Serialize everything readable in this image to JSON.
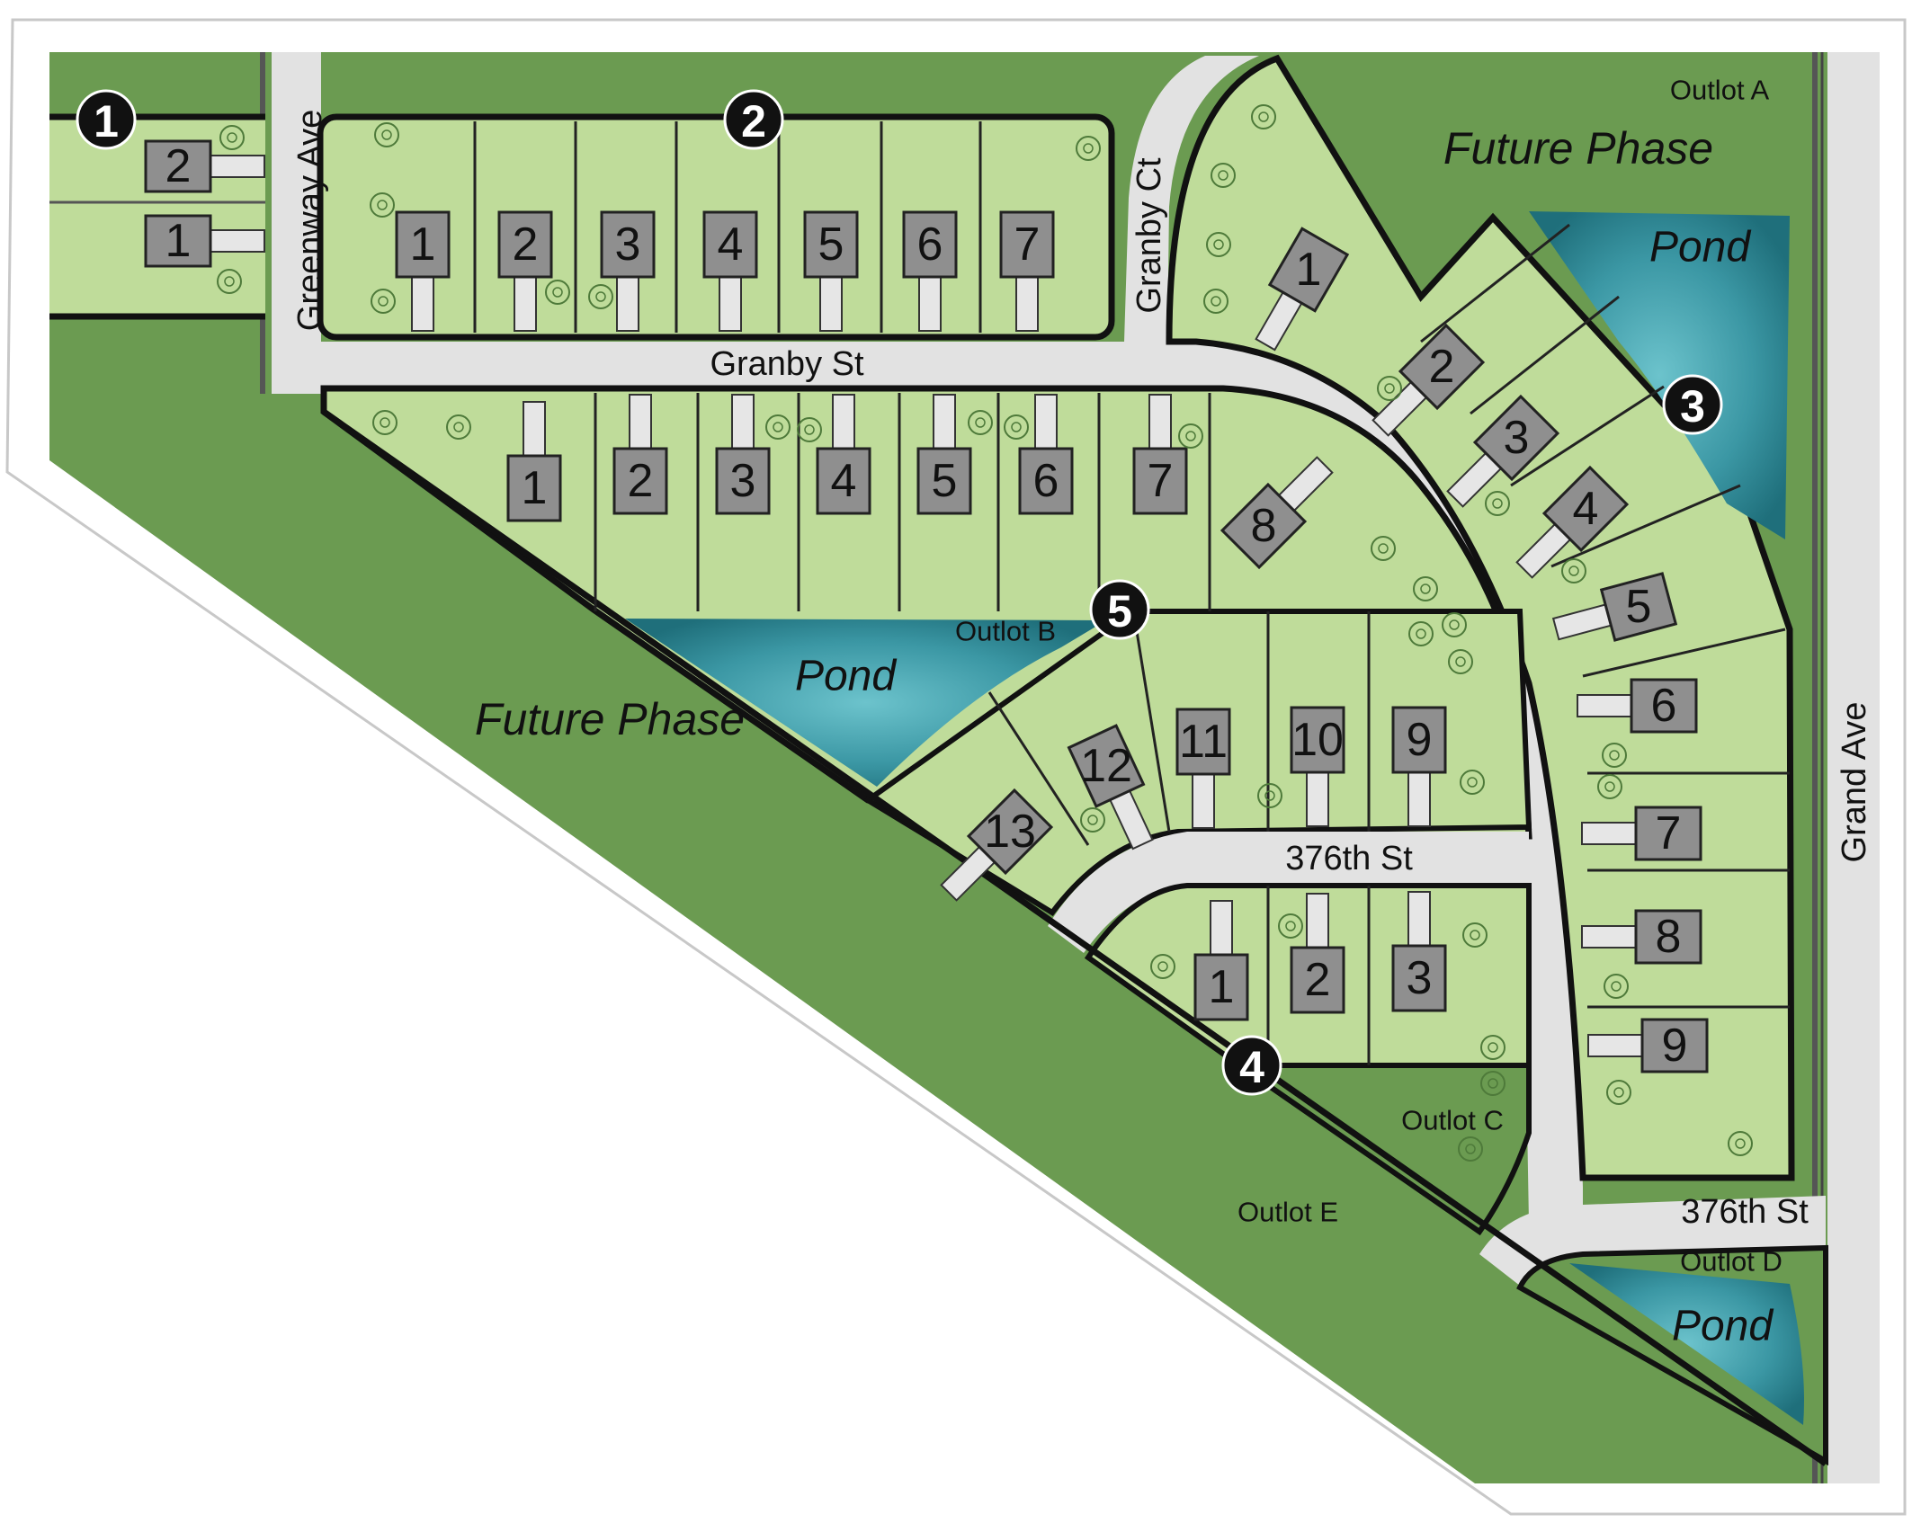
{
  "map": {
    "roads": {
      "greenway": "Greenway Ave",
      "granby_st": "Granby St",
      "granby_ct": "Granby Ct",
      "st376_inner": "376th St",
      "st376_outer": "376th St",
      "grand": "Grand Ave"
    },
    "outlots": {
      "a": "Outlot A",
      "b": "Outlot B",
      "c": "Outlot C",
      "d": "Outlot D",
      "e": "Outlot E"
    },
    "future_phase": [
      "Future Phase",
      "Future Phase"
    ],
    "ponds": [
      "Pond",
      "Pond",
      "Pond"
    ],
    "markers": [
      "1",
      "2",
      "3",
      "4",
      "5"
    ],
    "lots": {
      "far_west": [
        "2",
        "1"
      ],
      "granby_north": [
        "1",
        "2",
        "3",
        "4",
        "5",
        "6",
        "7"
      ],
      "granby_south": [
        "1",
        "2",
        "3",
        "4",
        "5",
        "6",
        "7",
        "8"
      ],
      "granby_ct": [
        "1",
        "2",
        "3",
        "4",
        "5"
      ],
      "grand_ave": [
        "6",
        "7",
        "8",
        "9"
      ],
      "st376_north": [
        "13",
        "12",
        "11",
        "10",
        "9"
      ],
      "st376_south": [
        "1",
        "2",
        "3"
      ]
    },
    "colors": {
      "open_space": "#6b9b51",
      "lot": "#bfdc9a",
      "road": "#e2e2e2",
      "pond": "#3b97a4",
      "house": "#8f8f8f",
      "marker": "#111111",
      "boundary": "#111111"
    }
  }
}
